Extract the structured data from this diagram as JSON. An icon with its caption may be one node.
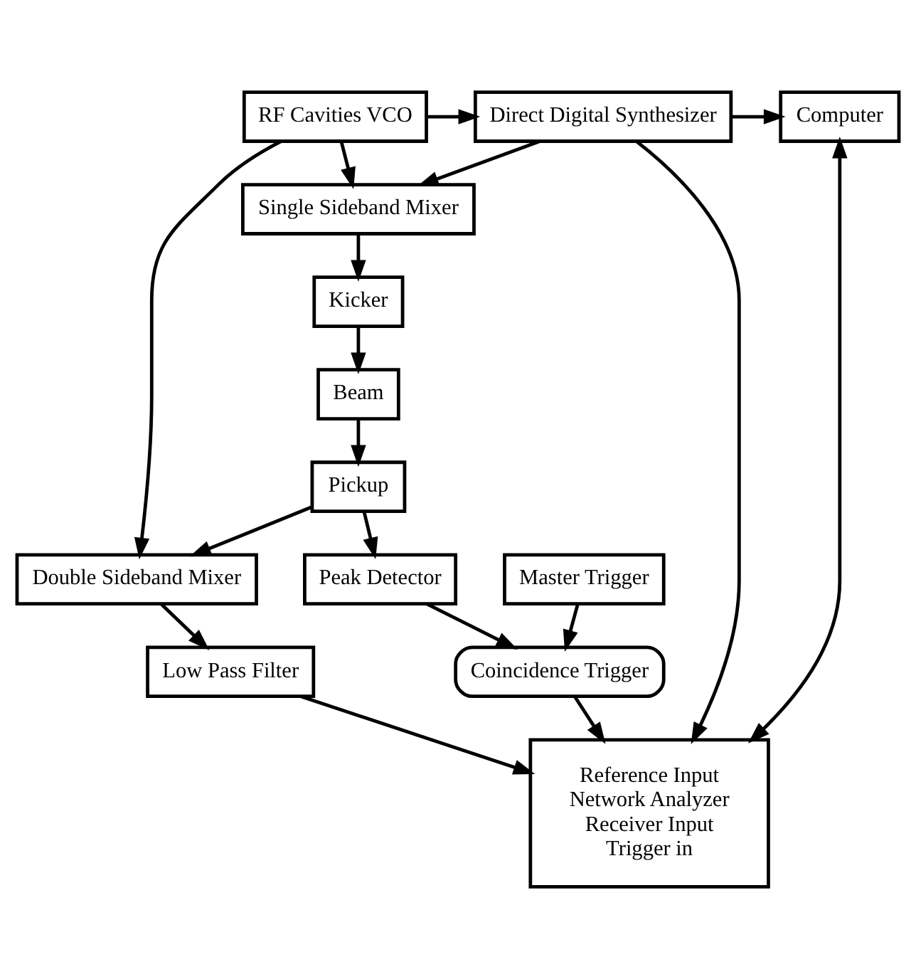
{
  "diagram": {
    "nodes": [
      {
        "text": [
          "RF Cavities VCO"
        ]
      },
      {
        "text": [
          "Direct Digital Synthesizer"
        ]
      },
      {
        "text": [
          "Computer"
        ]
      },
      {
        "text": [
          "Single Sideband Mixer"
        ]
      },
      {
        "text": [
          "Reference Input",
          "Network Analyzer",
          "Receiver Input",
          "Trigger in"
        ]
      },
      {
        "text": [
          "Kicker"
        ]
      },
      {
        "text": [
          "Beam"
        ]
      },
      {
        "text": [
          "Pickup"
        ]
      },
      {
        "text": [
          "Double Sideband Mixer"
        ]
      },
      {
        "text": [
          "Low Pass Filter"
        ]
      },
      {
        "text": [
          "Peak Detector"
        ]
      },
      {
        "text": [
          "Coincidence Trigger"
        ]
      },
      {
        "text": [
          "Master Trigger"
        ]
      }
    ],
    "edges": [
      {
        "from": 0,
        "to": 1,
        "arrow": "to"
      },
      {
        "from": 1,
        "to": 2,
        "arrow": "to"
      },
      {
        "from": 0,
        "to": 3,
        "arrow": "to"
      },
      {
        "from": 1,
        "to": 3,
        "arrow": "to"
      },
      {
        "from": 1,
        "to": 4,
        "arrow": "to"
      },
      {
        "from": 2,
        "to": 4,
        "arrow": "both"
      },
      {
        "from": 3,
        "to": 5,
        "arrow": "to"
      },
      {
        "from": 5,
        "to": 6,
        "arrow": "to"
      },
      {
        "from": 6,
        "to": 7,
        "arrow": "to"
      },
      {
        "from": 7,
        "to": 8,
        "arrow": "to"
      },
      {
        "from": 0,
        "to": 8,
        "arrow": "to"
      },
      {
        "from": 8,
        "to": 9,
        "arrow": "to"
      },
      {
        "from": 9,
        "to": 4,
        "arrow": "to"
      },
      {
        "from": 7,
        "to": 10,
        "arrow": "to"
      },
      {
        "from": 10,
        "to": 11,
        "arrow": "to"
      },
      {
        "from": 12,
        "to": 11,
        "arrow": "to"
      },
      {
        "from": 11,
        "to": 4,
        "arrow": "to"
      }
    ]
  }
}
